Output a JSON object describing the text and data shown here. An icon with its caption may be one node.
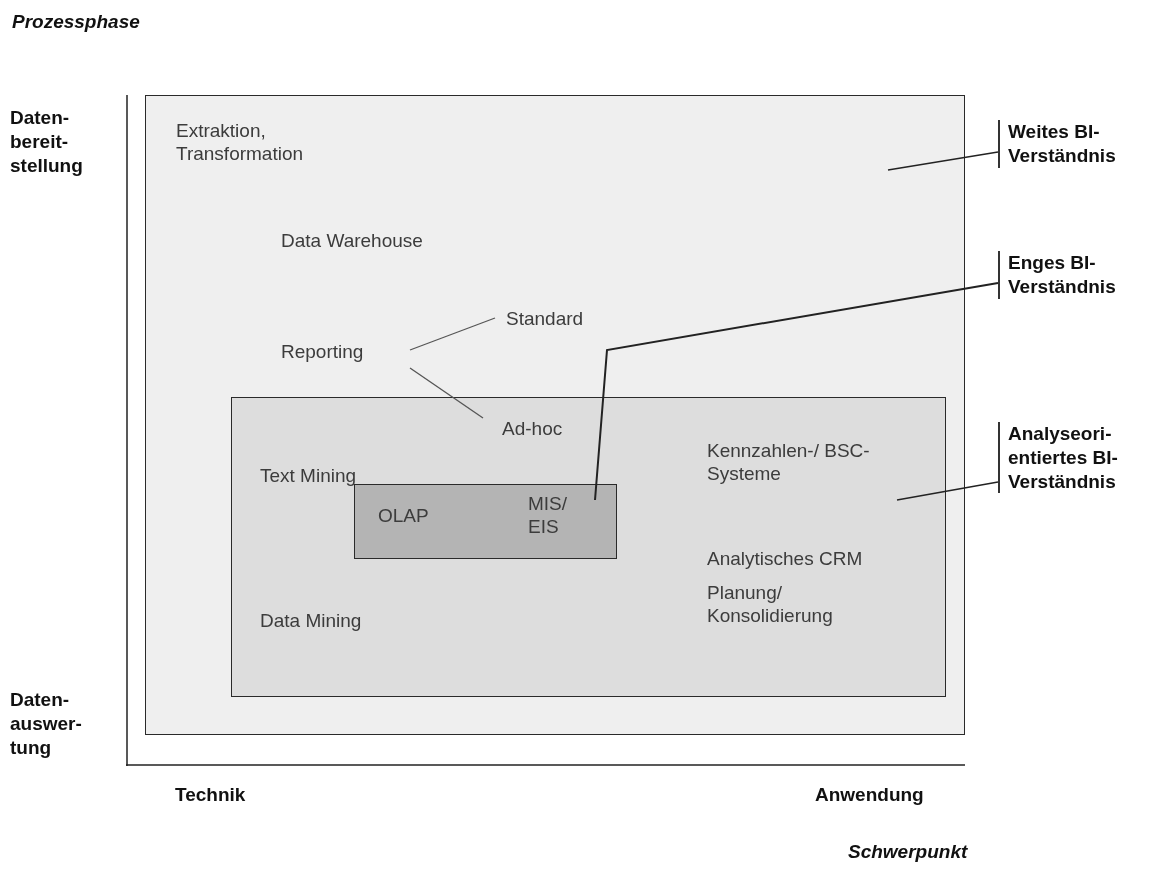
{
  "diagram": {
    "nodes": [
      {
        "text": [
          "Extraktion, Transformation",
          "Data Warehouse"
        ]
      },
      {
        "text": [
          "Reporting"
        ],
        "in": 0
      },
      {
        "text": [
          "Standard"
        ],
        "in": 0
      },
      {
        "text": [
          "Text Mining",
          "Kennzahlen-/ BSC-Systeme",
          "Analytisches CRM",
          "Data Mining",
          "Planung/ Konsolidierung"
        ],
        "in": 0
      },
      {
        "text": [
          "Ad-hoc"
        ],
        "in": 3
      },
      {
        "text": [
          "OLAP",
          "MIS/ EIS"
        ],
        "in": 3
      },
      {
        "text": [
          "Weites BI- Verständnis"
        ]
      },
      {
        "text": [
          "Enges BI- Verständnis"
        ]
      },
      {
        "text": [
          "Analyseori- entiertes BI- Verständnis"
        ]
      }
    ],
    "edges": [
      {
        "from": 1,
        "to": 2,
        "arrow": "none"
      },
      {
        "from": 1,
        "to": 4,
        "arrow": "none"
      },
      {
        "from": 6,
        "to": 0,
        "arrow": "none"
      },
      {
        "from": 7,
        "to": 5,
        "arrow": "none"
      },
      {
        "from": 8,
        "to": 3,
        "arrow": "none"
      }
    ],
    "labels": [
      "Prozessphase",
      "Daten- bereit- stellung",
      "Daten- auswer- tung",
      "Technik",
      "Anwendung",
      "Schwerpunkt"
    ]
  }
}
